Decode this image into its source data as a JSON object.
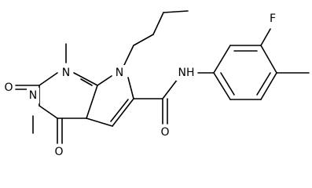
{
  "molecule": {
    "atoms": {
      "n1": "N",
      "n3": "N",
      "n7": "N",
      "o2": "O",
      "o4": "O",
      "nh": "NH",
      "o_amide": "O",
      "f": "F"
    }
  }
}
